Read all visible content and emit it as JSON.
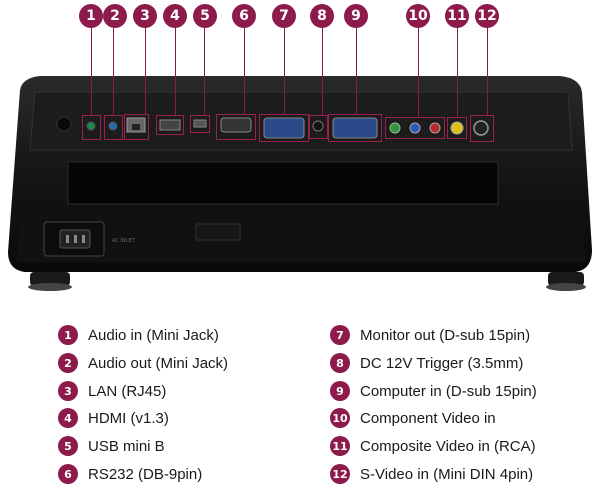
{
  "accent_color": "#8c1a4a",
  "callouts": [
    "1",
    "2",
    "3",
    "4",
    "5",
    "6",
    "7",
    "8",
    "9",
    "10",
    "11",
    "12"
  ],
  "panel_labels": {
    "power_inlet": "AC INLET"
  },
  "legend_left": [
    {
      "num": "1",
      "label": "Audio in (Mini Jack)"
    },
    {
      "num": "2",
      "label": "Audio out (Mini Jack)"
    },
    {
      "num": "3",
      "label": "LAN (RJ45)"
    },
    {
      "num": "4",
      "label": "HDMI (v1.3)"
    },
    {
      "num": "5",
      "label": "USB mini B"
    },
    {
      "num": "6",
      "label": "RS232 (DB-9pin)"
    }
  ],
  "legend_right": [
    {
      "num": "7",
      "label": "Monitor out (D-sub 15pin)"
    },
    {
      "num": "8",
      "label": "DC 12V Trigger (3.5mm)"
    },
    {
      "num": "9",
      "label": "Computer in (D-sub 15pin)"
    },
    {
      "num": "10",
      "label": "Component Video in"
    },
    {
      "num": "11",
      "label": "Composite Video in (RCA)"
    },
    {
      "num": "12",
      "label": "S-Video in (Mini DIN 4pin)"
    }
  ]
}
